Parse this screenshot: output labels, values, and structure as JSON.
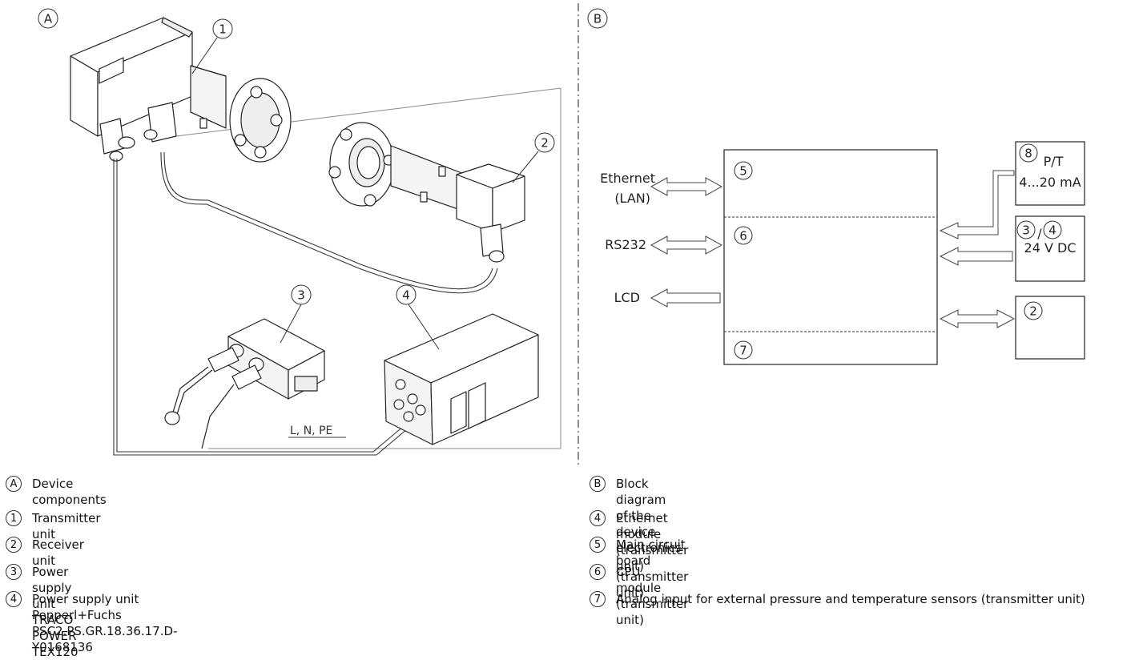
{
  "panel_a": {
    "letter": "A"
  },
  "panel_b": {
    "letter": "B"
  },
  "illustration": {
    "callouts": [
      "1",
      "2",
      "3",
      "4"
    ],
    "cable_label": "L, N, PE"
  },
  "block_diagram": {
    "left_io": [
      {
        "label_line1": "Ethernet",
        "label_line2": "(LAN)"
      },
      {
        "label": "RS232"
      },
      {
        "label": "LCD"
      }
    ],
    "main_sections": [
      "5",
      "6",
      "7"
    ],
    "right_boxes": [
      {
        "num": "8",
        "line1": "P/T",
        "line2": "4...20 mA"
      },
      {
        "num_a": "3",
        "sep": "/",
        "num_b": "4",
        "line1": "24 V DC"
      },
      {
        "num": "2"
      }
    ]
  },
  "legend_left": [
    {
      "mark": "A",
      "text": "Device components"
    },
    {
      "mark": "1",
      "text": "Transmitter unit"
    },
    {
      "mark": "2",
      "text": "Receiver unit"
    },
    {
      "mark": "3",
      "text": "Power supply unit TRACO POWER TEX120"
    },
    {
      "mark": "4",
      "text": "Power supply unit Pepperl+Fuchs PSC2.PS.GR.18.36.17.D-Y0168136"
    }
  ],
  "legend_right": [
    {
      "mark": "B",
      "text": "Block diagram of the device electronics"
    },
    {
      "mark": "4",
      "text": "Ethernet module (transmitter unit)"
    },
    {
      "mark": "5",
      "text": "Main circuit board (transmitter unit)"
    },
    {
      "mark": "6",
      "text": "CPU module (transmitter unit)"
    },
    {
      "mark": "7",
      "text": "Analog input for external pressure and temperature sensors (transmitter unit)"
    }
  ]
}
